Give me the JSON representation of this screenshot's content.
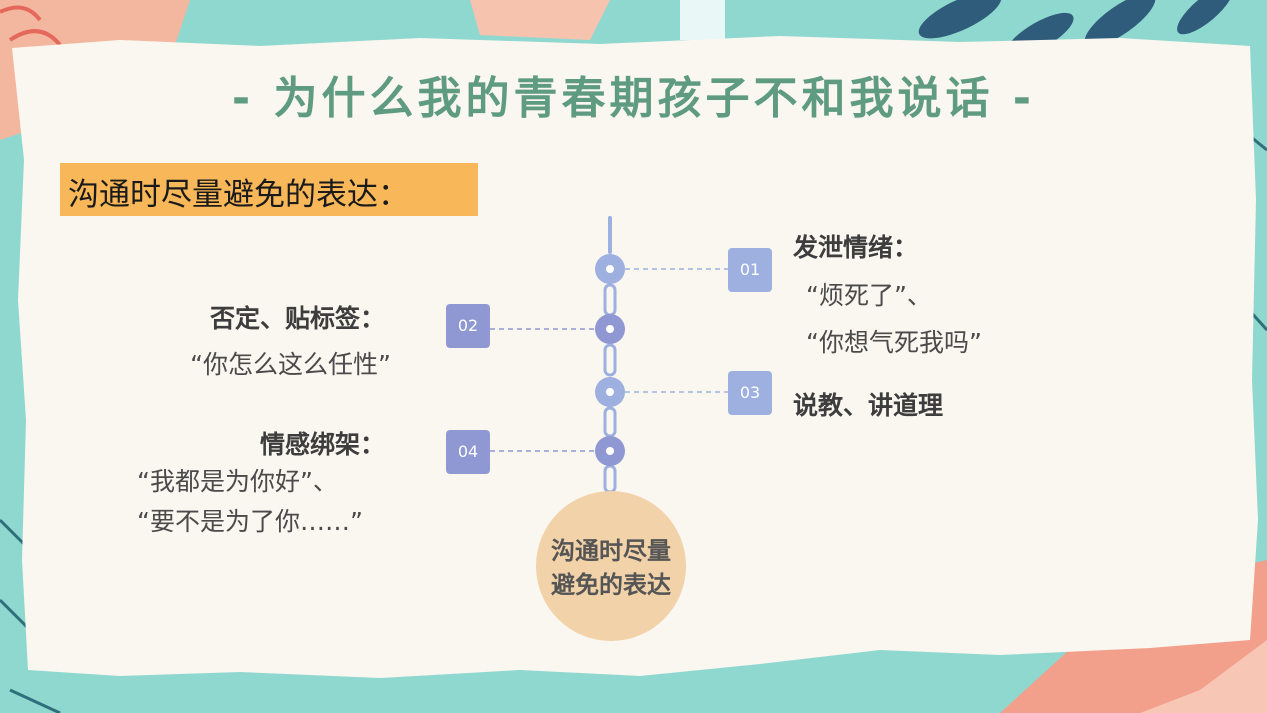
{
  "slide": {
    "title": "-  为什么我的青春期孩子不和我说话  -",
    "subtitle": "沟通时尽量避免的表达：",
    "center_label_line1": "沟通时尽量",
    "center_label_line2": "避免的表达"
  },
  "items": [
    {
      "number": "01",
      "heading": "发泄情绪：",
      "quote_line1": "“烦死了”、",
      "quote_line2": "“你想气死我吗”"
    },
    {
      "number": "02",
      "heading": "否定、贴标签：",
      "quote_line1": "“你怎么这么任性”",
      "quote_line2": ""
    },
    {
      "number": "03",
      "heading": "说教、讲道理",
      "quote_line1": "",
      "quote_line2": ""
    },
    {
      "number": "04",
      "heading": "情感绑架：",
      "quote_line1": "“我都是为你好”、",
      "quote_line2": "“要不是为了你……”"
    }
  ],
  "colors": {
    "background_teal": "#8fd8cf",
    "paper": "#faf6f0",
    "title_green": "#5e9b80",
    "subtitle_highlight": "#f8b758",
    "badge_blue": "#9db0e0",
    "badge_purple": "#8f98d2",
    "center_circle": "#f2d2a8",
    "coral_accent": "#f2a08c"
  }
}
